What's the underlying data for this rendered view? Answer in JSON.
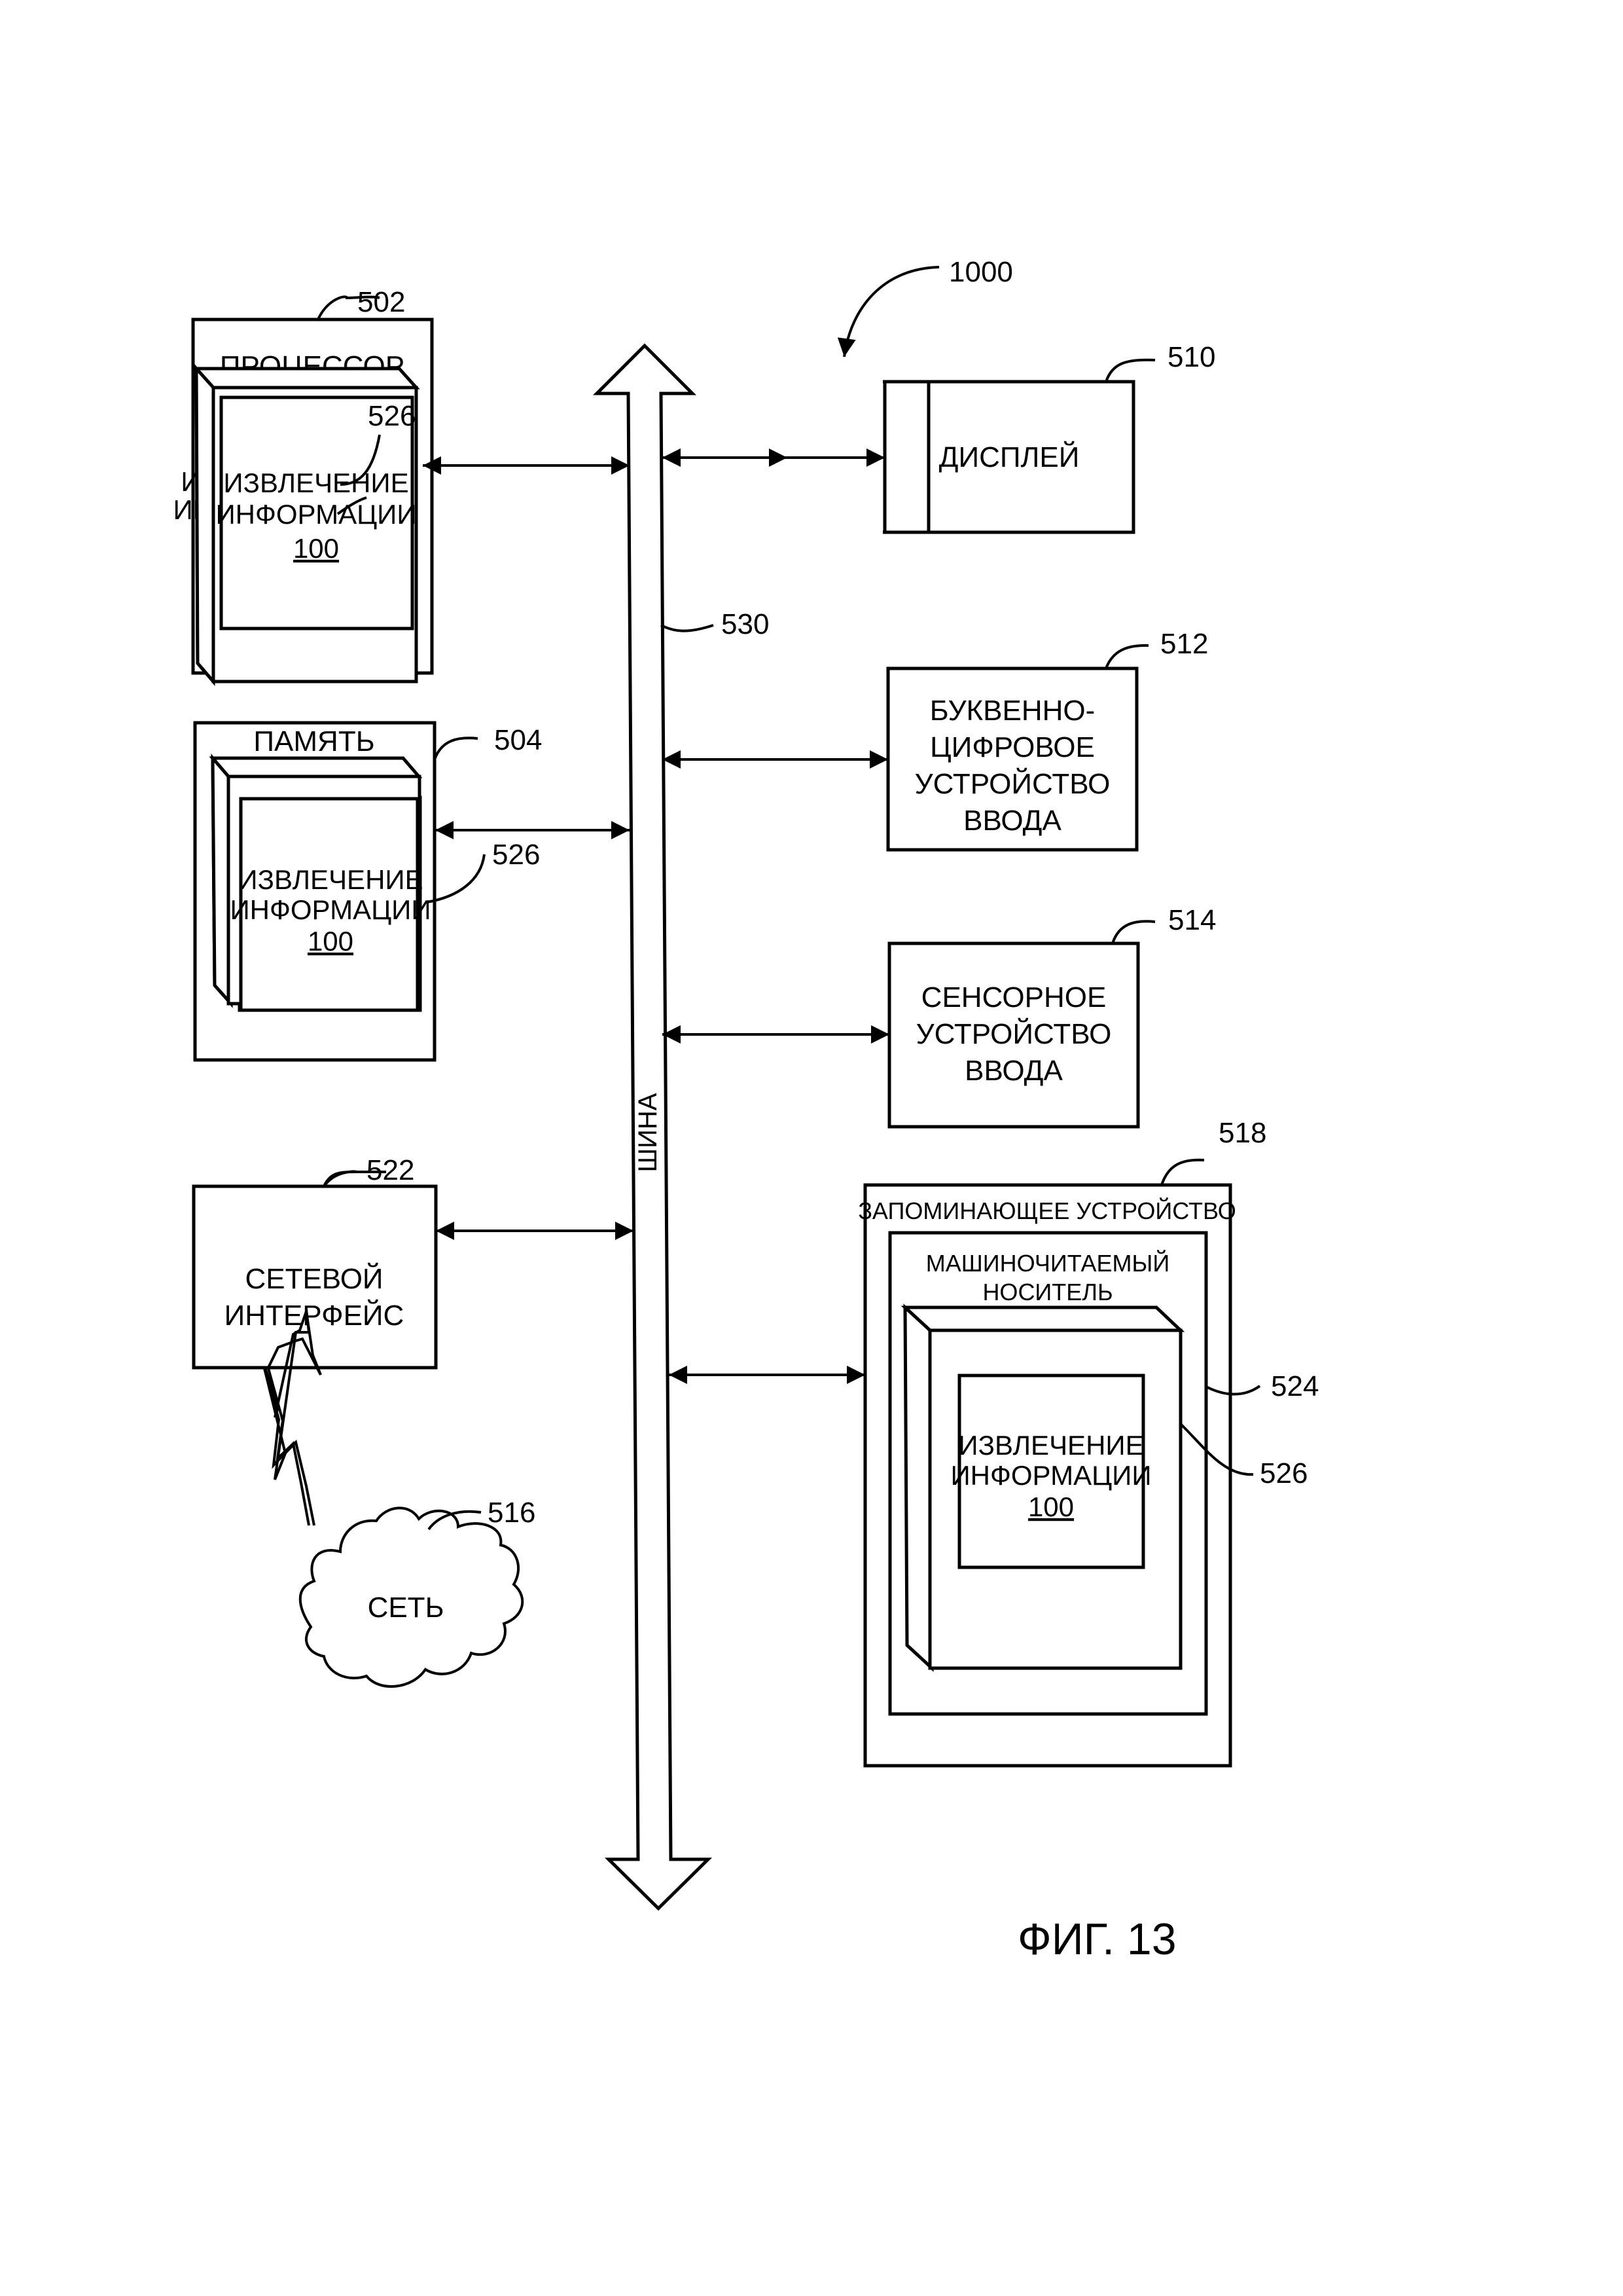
{
  "figure": {
    "caption": "ФИГ. 13",
    "system_ref": "1000"
  },
  "bus": {
    "label": "ШИНА",
    "ref": "530"
  },
  "processor": {
    "title": "ПРОЦЕССОР",
    "ref": "502",
    "module": {
      "line1": "ИЗВЛЕЧЕНИЕ",
      "line2": "ИНФОРМАЦИИ",
      "number": "100",
      "ref": "526"
    }
  },
  "memory": {
    "title": "ПАМЯТЬ",
    "ref": "504",
    "module": {
      "line1": "ИЗВЛЕЧЕНИЕ",
      "line2": "ИНФОРМАЦИИ",
      "number": "100",
      "ref": "526"
    }
  },
  "network_interface": {
    "line1": "СЕТЕВОЙ",
    "line2": "ИНТЕРФЕЙС",
    "ref": "522"
  },
  "network": {
    "label": "СЕТЬ",
    "ref": "516"
  },
  "display": {
    "label": "ДИСПЛЕЙ",
    "ref": "510"
  },
  "alphanumeric_input": {
    "line1": "БУКВЕННО-",
    "line2": "ЦИФРОВОЕ",
    "line3": "УСТРОЙСТВО",
    "line4": "ВВОДА",
    "ref": "512"
  },
  "touch_input": {
    "line1": "СЕНСОРНОЕ",
    "line2": "УСТРОЙСТВО",
    "line3": "ВВОДА",
    "ref": "514"
  },
  "storage": {
    "title": "ЗАПОМИНАЮЩЕЕ УСТРОЙСТВО",
    "ref": "518",
    "medium": {
      "line1": "МАШИНОЧИТАЕМЫЙ",
      "line2": "НОСИТЕЛЬ",
      "ref": "524"
    },
    "module": {
      "line1": "ИЗВЛЕЧЕНИЕ",
      "line2": "ИНФОРМАЦИИ",
      "number": "100",
      "ref": "526"
    }
  }
}
